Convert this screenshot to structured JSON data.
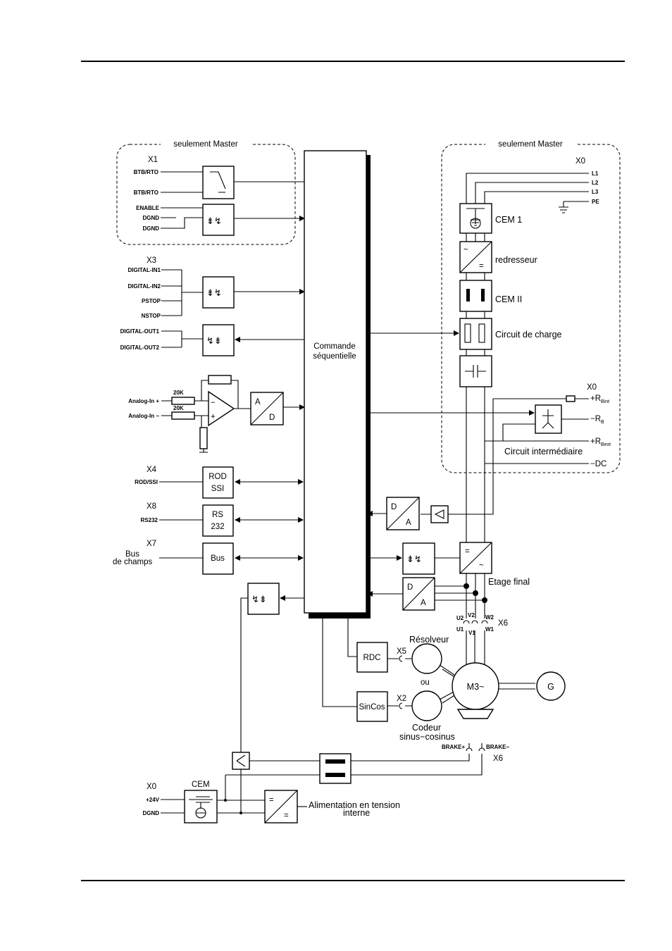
{
  "colors": {
    "ink": "#000000",
    "paper": "#ffffff"
  },
  "master_left": {
    "title": "seulement Master",
    "connector": "X1",
    "pins": [
      "BTB/RTO",
      "BTB/RTO",
      "ENABLE",
      "DGND",
      "DGND"
    ]
  },
  "master_right": {
    "title": "seulement Master",
    "connector": "X0",
    "pins": [
      "L1",
      "L2",
      "L3",
      "PE"
    ]
  },
  "x3": {
    "connector": "X3",
    "inputs": [
      "DIGITAL-IN1",
      "DIGITAL-IN2",
      "PSTOP",
      "NSTOP"
    ],
    "outputs": [
      "DIGITAL-OUT1",
      "DIGITAL-OUT2"
    ]
  },
  "analog": {
    "inputs": [
      "Analog-In +",
      "Analog-In −"
    ],
    "resistors": [
      "20K",
      "20K"
    ],
    "adc": [
      "A",
      "D"
    ]
  },
  "x4": {
    "connector": "X4",
    "pin": "ROD/SSI",
    "block": [
      "ROD",
      "SSI"
    ]
  },
  "x8": {
    "connector": "X8",
    "pin": "RS232",
    "block": [
      "RS",
      "232"
    ]
  },
  "x7": {
    "connector": "X7",
    "pin_lines": [
      "Bus",
      "de champs"
    ],
    "block": "Bus"
  },
  "controller": {
    "lines": [
      "Commande",
      "séquentielle"
    ]
  },
  "power_chain": {
    "cem1": "CEM 1",
    "rectifier": "redresseur",
    "cem2": "CEM II",
    "charge": "Circuit de charge",
    "rectifier_symbols": [
      "~",
      "="
    ]
  },
  "brake_section": {
    "connector": "X0",
    "pins": [
      "+R",
      "−R",
      "+R",
      "−DC"
    ],
    "pin_subs": [
      "Bint",
      "B",
      "Bext",
      ""
    ],
    "label": "Circuit intermédiaire"
  },
  "final_stage": {
    "label": "Etage final",
    "symbols": [
      "=",
      "~"
    ]
  },
  "dac_blocks": [
    [
      "D",
      "A"
    ],
    [
      "D",
      "A"
    ]
  ],
  "x6": {
    "connector": "X6",
    "pins_top": [
      "U2",
      "V2",
      "W2"
    ],
    "pins_bottom": [
      "U1",
      "V1",
      "W1"
    ]
  },
  "feedback": {
    "rdc": "RDC",
    "sincos": "SinCos",
    "x5": "X5",
    "x2": "X2",
    "resolver": "Résolveur",
    "or": "ou",
    "encoder": [
      "Codeur",
      "sinus−cosinus"
    ]
  },
  "motor": {
    "label": "M3~",
    "generator": "G"
  },
  "brake": {
    "pins": [
      "BRAKE+",
      "BRAKE−"
    ],
    "connector": "X6"
  },
  "supply": {
    "connector": "X0",
    "cem": "CEM",
    "pins": [
      "+24V",
      "DGND"
    ],
    "label_lines": [
      "Alimentation en tension",
      "interne"
    ],
    "symbols": [
      "=",
      "="
    ]
  }
}
